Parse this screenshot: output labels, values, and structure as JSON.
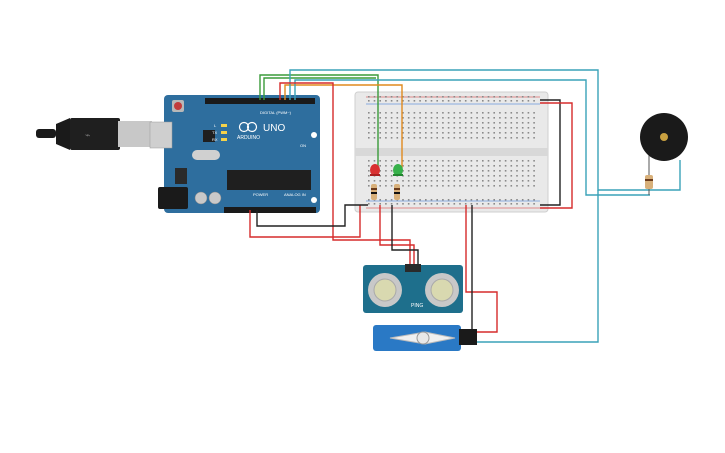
{
  "arduino": {
    "brand": "ARDUINO",
    "model": "UNO",
    "digital_label": "DIGITAL (PWM~)",
    "power_label": "POWER",
    "analog_label": "ANALOG IN",
    "board_color": "#2e6e9e",
    "led_labels": [
      "L",
      "TX",
      "RX"
    ],
    "on_label": "ON"
  },
  "ultrasonic": {
    "model": "PING",
    "board_color": "#1e6f8c"
  },
  "servo": {
    "body_color": "#2a79c5"
  },
  "wire_colors": {
    "red": "#d62b2b",
    "black": "#222222",
    "green": "#3a9b3a",
    "orange": "#e08a1e",
    "teal": "#3aa2b8"
  },
  "leds": [
    {
      "name": "red-led",
      "color": "#d93030"
    },
    {
      "name": "green-led",
      "color": "#37b14a"
    }
  ]
}
